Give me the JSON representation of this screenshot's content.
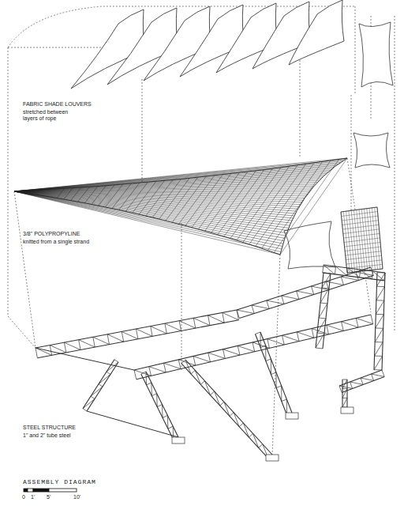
{
  "diagram": {
    "title": "ASSEMBLY DIAGRAM",
    "labels": [
      "FABRIC SHADE LOUVERS",
      "stretched between layers of rope",
      "3/8\" POLYPROPYLINE",
      "knitted from a single strand",
      "STEEL STRUCTURE",
      "1\" and 2\" tube steel",
      "0",
      "1'",
      "5'",
      "10'"
    ]
  }
}
